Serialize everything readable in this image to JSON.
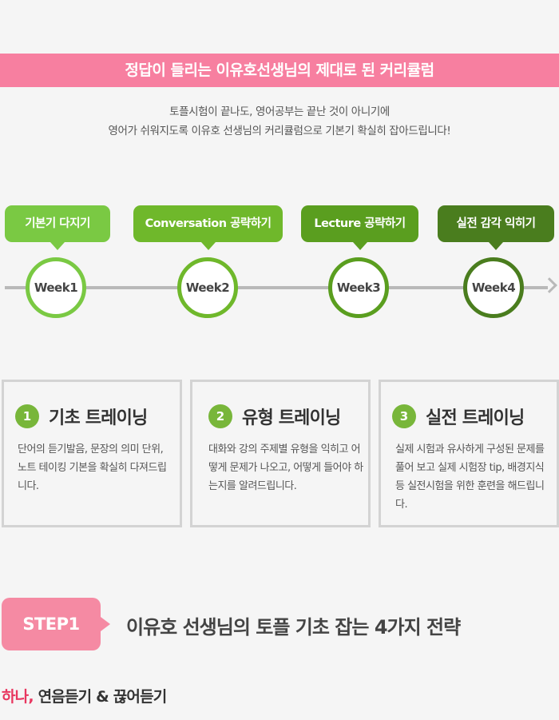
{
  "banner": {
    "title": "정답이 들리는 이유호선생님의 제대로 된 커리큘럼"
  },
  "intro": {
    "line1": "토플시험이 끝나도, 영어공부는 끝난 것이 아니기에",
    "line2": "영어가 쉬워지도록 이유호 선생님의 커리큘럼으로 기본기 확실히 잡아드립니다!"
  },
  "timeline": {
    "weeks": [
      {
        "bubble": "기본기 다지기",
        "label": "Week1",
        "color": "#7ac943"
      },
      {
        "bubble": "Conversation 공략하기",
        "label": "Week2",
        "color": "#6fb82b"
      },
      {
        "bubble": "Lecture 공략하기",
        "label": "Week3",
        "color": "#5a9e1f"
      },
      {
        "bubble": "실전 감각 익히기",
        "label": "Week4",
        "color": "#4a7d1e"
      }
    ]
  },
  "cards": [
    {
      "num": "1",
      "title": "기초 트레이닝",
      "body": "단어의 듣기발음, 문장의 의미 단위, 노트 테이킹 기본을 확실히 다져드립니다."
    },
    {
      "num": "2",
      "title": "유형 트레이닝",
      "body": "대화와 강의 주제별 유형을 익히고 어떻게 문제가 나오고, 어떻게 들어야 하는지를 알려드립니다."
    },
    {
      "num": "3",
      "title": "실전 트레이닝",
      "body": "실제 시험과 유사하게 구성된 문제를 풀어 보고 실제 시험장 tip, 배경지식 등 실전시험을 위한 훈련을 해드립니다."
    }
  ],
  "step": {
    "badge": "STEP1",
    "title": "이유호 선생님의 토플 기초 잡는 4가지 전략"
  },
  "subheading": {
    "accent": "하나,",
    "text": " 연음듣기 & 끊어듣기"
  },
  "colors": {
    "banner": "#f77fa0",
    "step_badge": "#f58aa3",
    "accent": "#e8365f",
    "number_circle": "#78b63a"
  }
}
